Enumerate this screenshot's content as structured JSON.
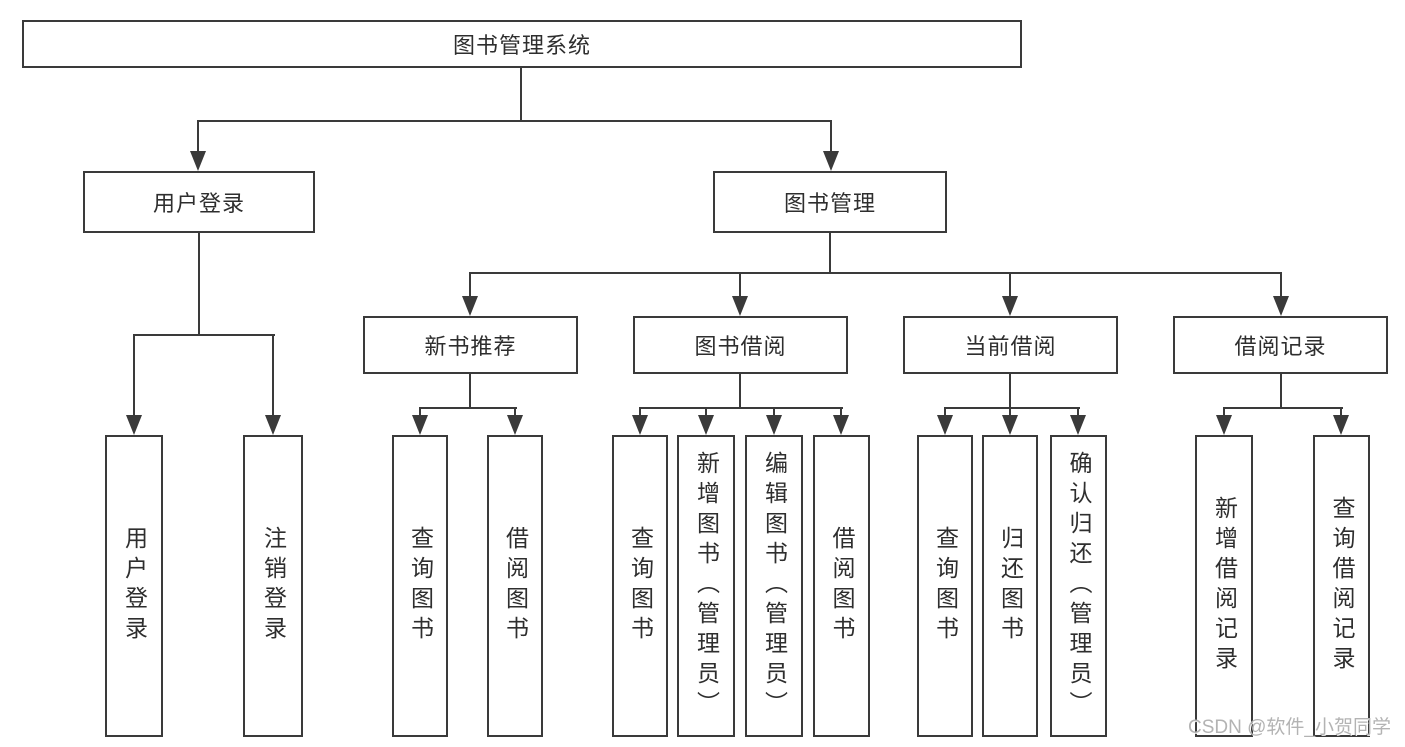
{
  "diagram": {
    "root": {
      "label": "图书管理系统"
    },
    "level2": [
      {
        "id": "user-login",
        "label": "用户登录"
      },
      {
        "id": "book-management",
        "label": "图书管理"
      }
    ],
    "level3": [
      {
        "id": "new-book-recommend",
        "label": "新书推荐"
      },
      {
        "id": "book-borrow",
        "label": "图书借阅"
      },
      {
        "id": "current-borrow",
        "label": "当前借阅"
      },
      {
        "id": "borrow-records",
        "label": "借阅记录"
      }
    ],
    "leaves": [
      {
        "id": "user-login-leaf",
        "parent": "user-login",
        "label": "用户登录"
      },
      {
        "id": "logout",
        "parent": "user-login",
        "label": "注销登录"
      },
      {
        "id": "query-books-nb",
        "parent": "new-book-recommend",
        "label": "查询图书"
      },
      {
        "id": "borrow-books-nb",
        "parent": "new-book-recommend",
        "label": "借阅图书"
      },
      {
        "id": "query-books-bb",
        "parent": "book-borrow",
        "label": "查询图书"
      },
      {
        "id": "add-book-admin",
        "parent": "book-borrow",
        "label": "新增图书（管理员）"
      },
      {
        "id": "edit-book-admin",
        "parent": "book-borrow",
        "label": "编辑图书（管理员）"
      },
      {
        "id": "borrow-books-bb",
        "parent": "book-borrow",
        "label": "借阅图书"
      },
      {
        "id": "query-books-cb",
        "parent": "current-borrow",
        "label": "查询图书"
      },
      {
        "id": "return-book",
        "parent": "current-borrow",
        "label": "归还图书"
      },
      {
        "id": "confirm-return-admin",
        "parent": "current-borrow",
        "label": "确认归还（管理员）"
      },
      {
        "id": "add-borrow-record",
        "parent": "borrow-records",
        "label": "新增借阅记录"
      },
      {
        "id": "query-borrow-record",
        "parent": "borrow-records",
        "label": "查询借阅记录"
      }
    ],
    "colors": {
      "line": "#3a3a3a",
      "text": "#2e2e2e",
      "background": "#ffffff",
      "watermark": "#b3b3b3"
    }
  },
  "watermark": "CSDN @软件_小贺同学"
}
